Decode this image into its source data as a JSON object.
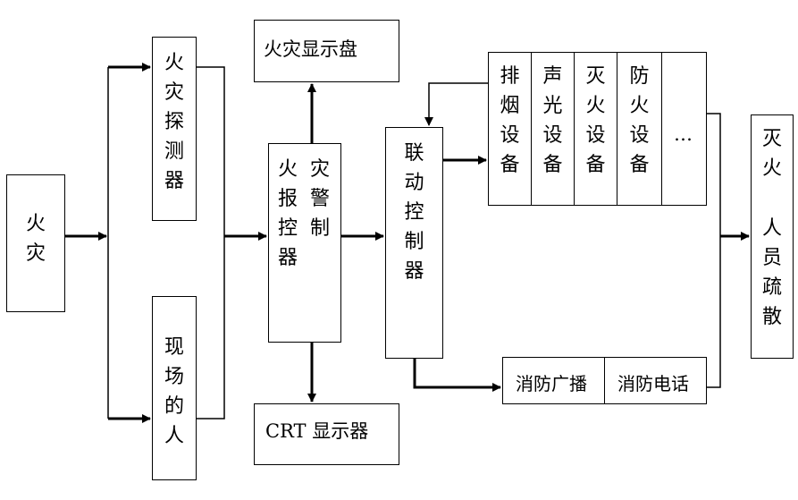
{
  "nodes": {
    "fire": "火灾",
    "detector": "火灾探测器",
    "person": "现场的人",
    "controller_col1": "火报控器",
    "controller_col2": "灾警制",
    "display_panel": "火灾显示盘",
    "crt_display": "CRT 显示器",
    "linkage": "联动控制器",
    "smoke": "排烟设备",
    "sound_light": "声光设备",
    "extinguish": "灭火设备",
    "prevention": "防火设备",
    "more": "…",
    "broadcast": "消防广播",
    "phone": "消防电话",
    "result_col1": "灭火",
    "result_col2": "人员疏散"
  }
}
